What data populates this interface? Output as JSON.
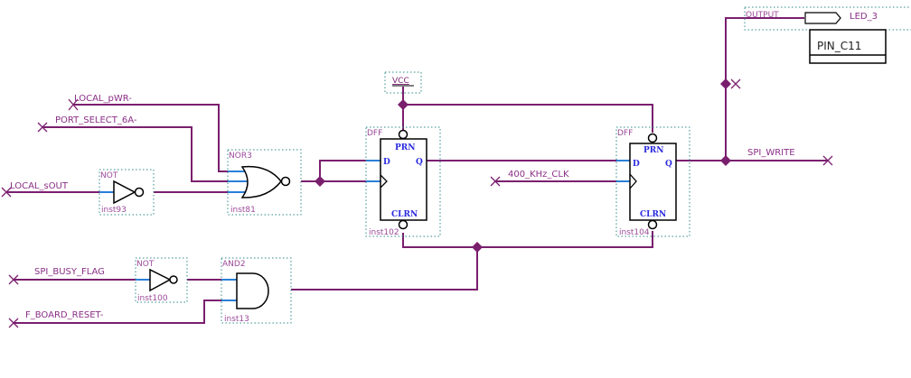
{
  "inputs": {
    "local_pwr": "LOCAL_pWR-",
    "port_select": "PORT_SELECT_6A-",
    "local_sout": "LOCAL_sOUT",
    "clk": "400_KHz_CLK",
    "spi_busy": "SPI_BUSY_FLAG",
    "board_reset": "F_BOARD_RESET-"
  },
  "nets": {
    "spi_write": "SPI_WRITE"
  },
  "vcc": "VCC",
  "output_pin": {
    "type": "OUTPUT",
    "name": "LED_3",
    "location": "PIN_C11"
  },
  "gates": {
    "not93": {
      "type": "NOT",
      "inst": "inst93"
    },
    "nor81": {
      "type": "NOR3",
      "inst": "inst81"
    },
    "not100": {
      "type": "NOT",
      "inst": "inst100"
    },
    "and13": {
      "type": "AND2",
      "inst": "inst13"
    },
    "dff102": {
      "type": "DFF",
      "inst": "inst102"
    },
    "dff104": {
      "type": "DFF",
      "inst": "inst104"
    }
  },
  "dff_ports": {
    "d": "D",
    "q": "Q",
    "prn": "PRN",
    "clrn": "CLRN"
  }
}
